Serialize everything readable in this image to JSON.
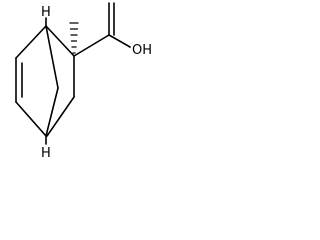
{
  "molecule": {
    "atom_labels": {
      "h_top": "H",
      "h_bottom": "H",
      "hydroxyl": "OH"
    },
    "colors": {
      "bond": "#000000",
      "background": "#ffffff"
    }
  }
}
